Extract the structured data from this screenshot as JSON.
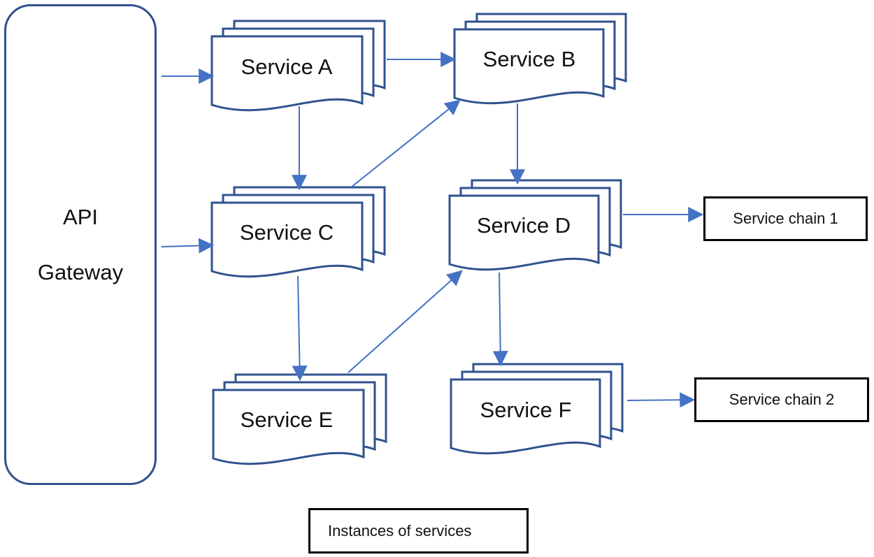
{
  "gateway": {
    "line1": "API",
    "line2": "Gateway"
  },
  "services": [
    {
      "id": "A",
      "label": "Service A"
    },
    {
      "id": "B",
      "label": "Service B"
    },
    {
      "id": "C",
      "label": "Service C"
    },
    {
      "id": "D",
      "label": "Service D"
    },
    {
      "id": "E",
      "label": "Service E"
    },
    {
      "id": "F",
      "label": "Service F"
    }
  ],
  "chains": {
    "chain1": "Service chain 1",
    "chain2": "Service chain 2"
  },
  "legend": "Instances of services",
  "colors": {
    "stroke": "#2f528f",
    "arrow": "#4472c4",
    "text": "#111111",
    "box": "#000000"
  }
}
